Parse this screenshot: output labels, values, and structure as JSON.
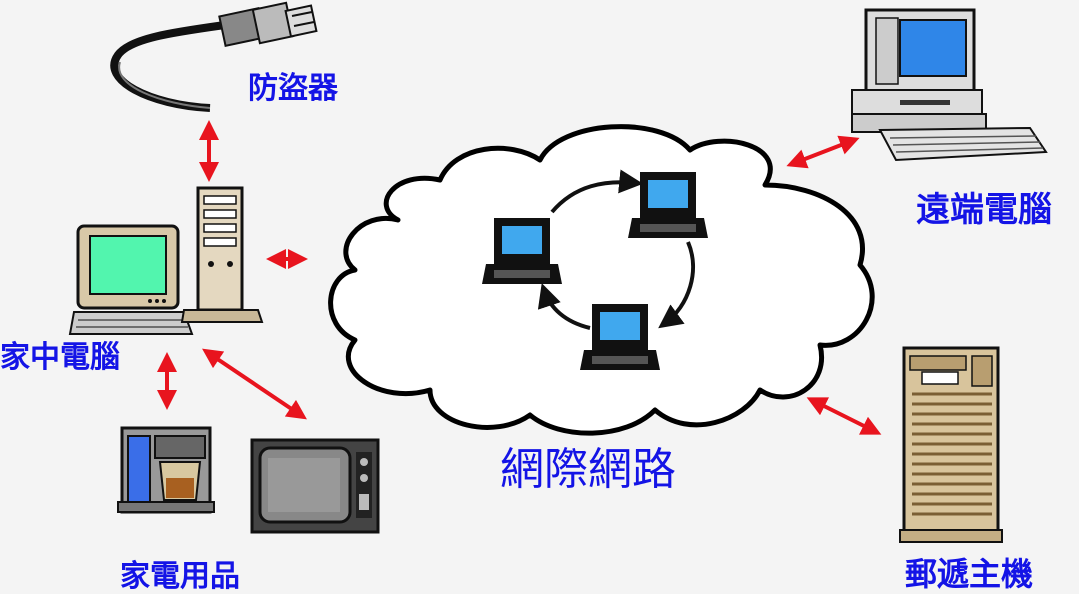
{
  "labels": {
    "alarm": "防盜器",
    "home_computer": "家中電腦",
    "appliances": "家電用品",
    "remote_computer": "遠端電腦",
    "mail_host": "郵遞主機",
    "internet": "網際網路"
  },
  "colors": {
    "label": "#1414e6",
    "arrow": "#e8141e",
    "background": "#f4f4f4",
    "screen_home": "#52f5ae",
    "screen_laptop": "#40a8ee",
    "screen_remote": "#2f86e8"
  },
  "icons": [
    "alarm-cable-icon",
    "home-computer-icon",
    "tower-case-icon",
    "coffee-maker-icon",
    "television-icon",
    "remote-computer-icon",
    "mail-server-icon",
    "laptop-icon",
    "cloud-icon"
  ]
}
